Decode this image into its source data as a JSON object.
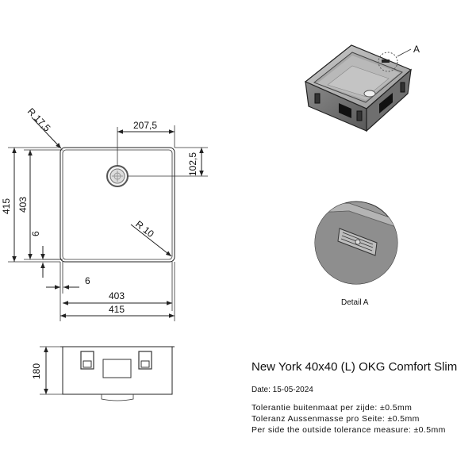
{
  "product": {
    "title": "New York 40x40 (L) OKG Comfort Slim",
    "date": "Date: 15-05-2024",
    "tolerances": [
      "Tolerantie buitenmaat per zijde: ±0.5mm",
      "Toleranz Aussenmasse pro Seite: ±0.5mm",
      "Per side the outside tolerance measure: ±0.5mm"
    ]
  },
  "top_view": {
    "radius_outer": "R 17,5",
    "radius_inner": "R 10",
    "drain_offset_x": "207,5",
    "drain_offset_y": "102,5",
    "outer_height": "415",
    "inner_height": "403",
    "rim_side": "6",
    "rim_bottom": "6",
    "inner_width": "403",
    "outer_width": "415"
  },
  "front_view": {
    "depth": "180"
  },
  "iso_view": {
    "detail_marker": "A"
  },
  "detail": {
    "caption": "Detail A"
  }
}
